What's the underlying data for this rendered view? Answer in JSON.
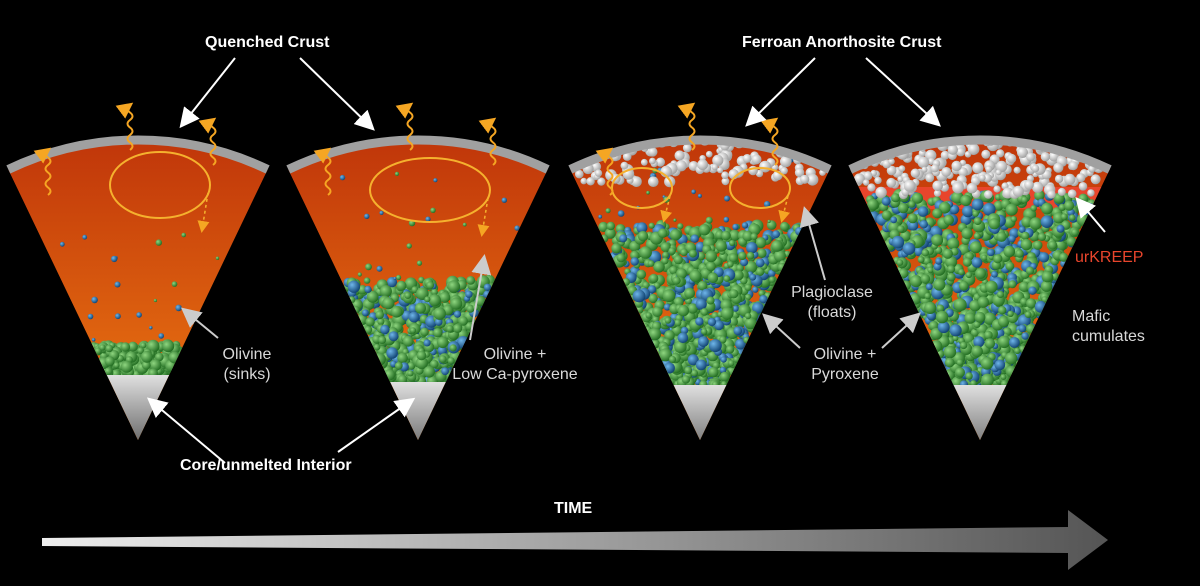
{
  "title_labels": {
    "quenched_crust": "Quenched Crust",
    "ferroan_crust": "Ferroan Anorthosite Crust",
    "core": "Core/unmelted Interior",
    "time": "TIME"
  },
  "mineral_labels": {
    "olivine_sinks_1": "Olivine",
    "olivine_sinks_2": "(sinks)",
    "olivine_lowca_1": "Olivine +",
    "olivine_lowca_2": "Low Ca-pyroxene",
    "plagioclase_1": "Plagioclase",
    "plagioclase_2": "(floats)",
    "olivine_pyx_1": "Olivine +",
    "olivine_pyx_2": "Pyroxene",
    "urkreep": "urKREEP",
    "mafic_1": "Mafic",
    "mafic_2": "cumulates"
  },
  "colors": {
    "magma_top": "#c43a06",
    "magma_bottom": "#e8740f",
    "olivine": "#3a9a35",
    "pyroxene": "#1f6fa8",
    "plagioclase": "#e8e8e8",
    "crust": "#9a9a9a",
    "heat_arrow": "#f5a623",
    "urkreep": "#e8452c"
  }
}
